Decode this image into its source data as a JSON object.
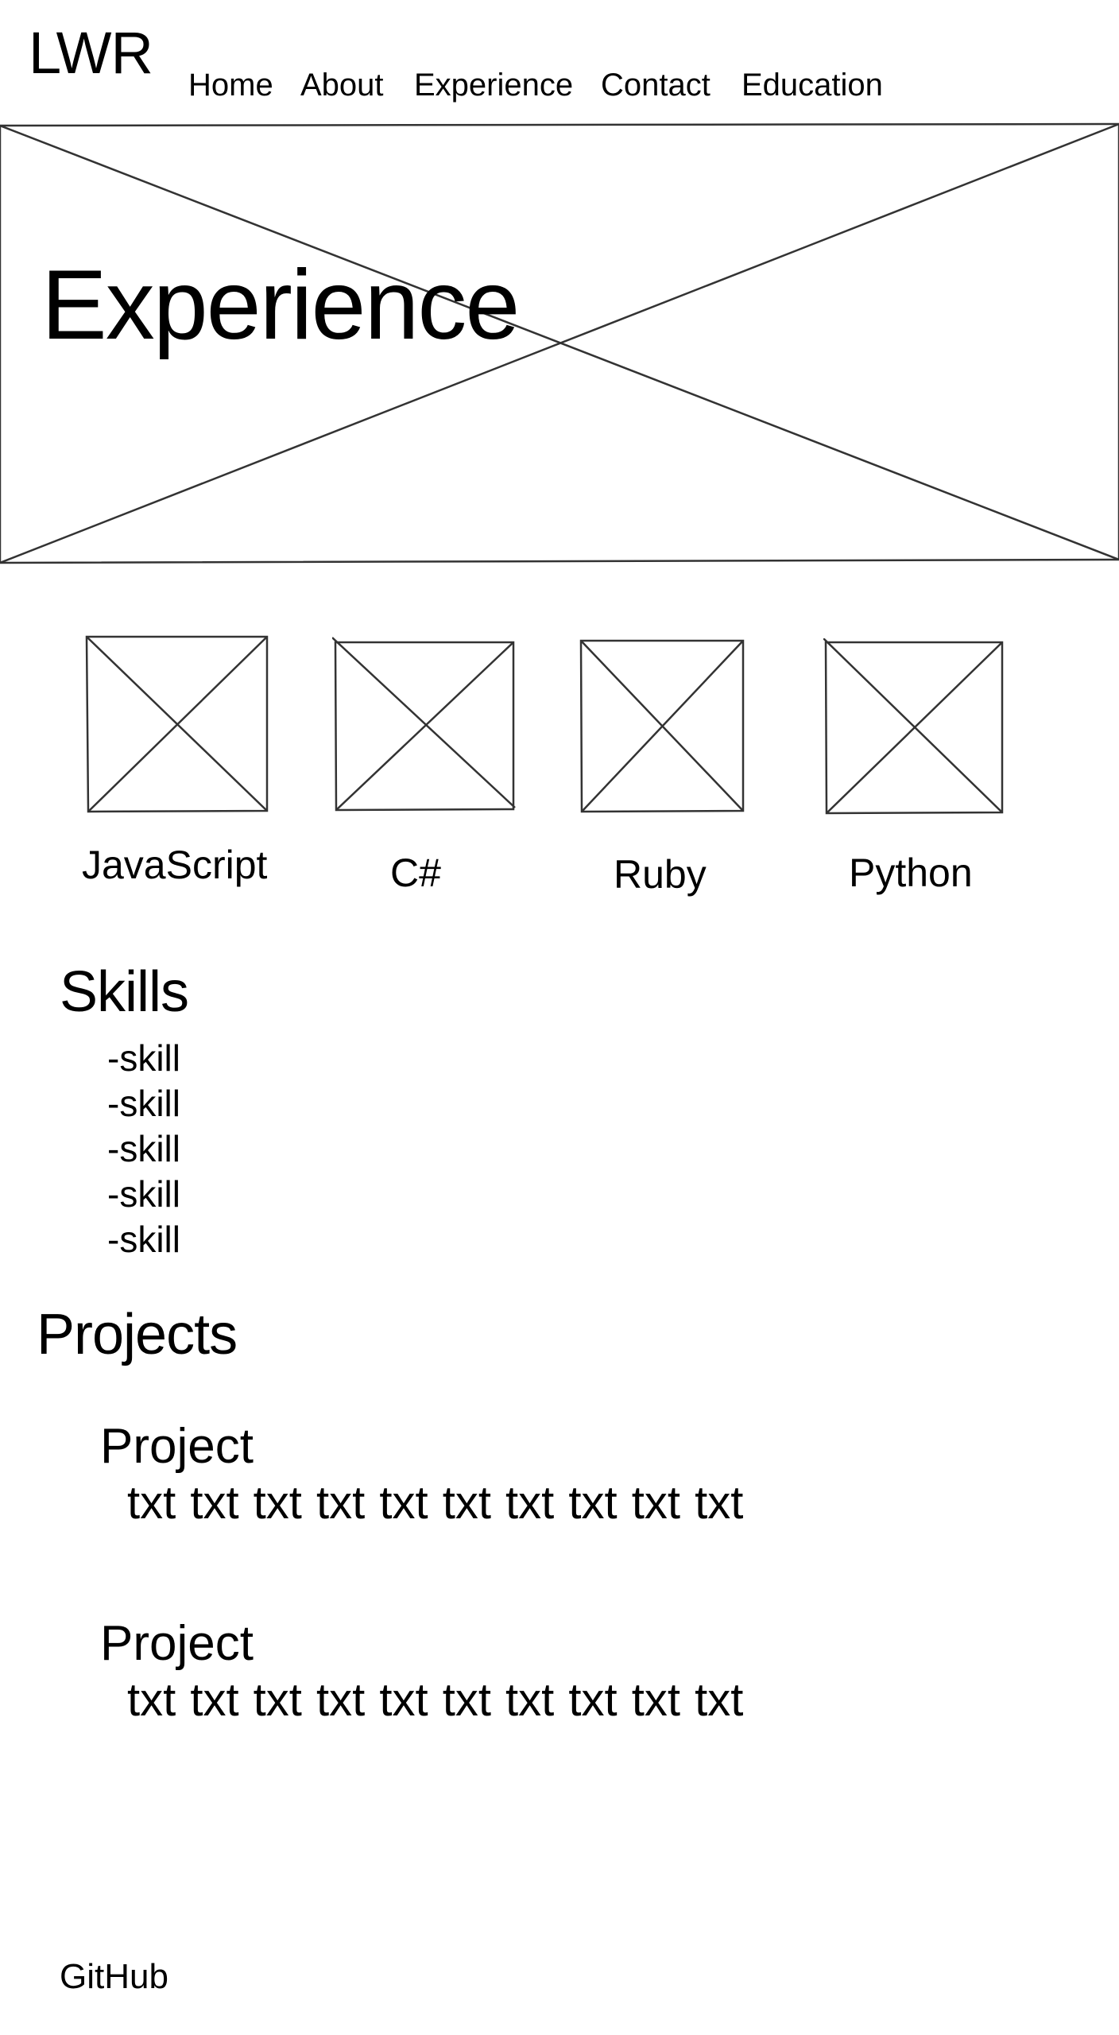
{
  "header": {
    "logo": "LWR",
    "nav": [
      {
        "label": "Home"
      },
      {
        "label": "About"
      },
      {
        "label": "Experience"
      },
      {
        "label": "Contact"
      },
      {
        "label": "Education"
      }
    ]
  },
  "hero": {
    "title": "Experience",
    "image": "image-placeholder"
  },
  "languages": [
    {
      "label": "JavaScript",
      "image": "image-placeholder"
    },
    {
      "label": "C#",
      "image": "image-placeholder"
    },
    {
      "label": "Ruby",
      "image": "image-placeholder"
    },
    {
      "label": "Python",
      "image": "image-placeholder"
    }
  ],
  "skills": {
    "title": "Skills",
    "items": [
      "-skill",
      "-skill",
      "-skill",
      "-skill",
      "-skill"
    ]
  },
  "projects": {
    "title": "Projects",
    "items": [
      {
        "title": "Project",
        "text": "txt txt txt txt txt txt txt txt txt txt"
      },
      {
        "title": "Project",
        "text": "txt txt txt txt txt txt txt txt txt txt"
      }
    ]
  },
  "footer": {
    "github": "GitHub"
  },
  "colors": {
    "stroke": "#333333",
    "text": "#000000",
    "background": "#ffffff"
  }
}
